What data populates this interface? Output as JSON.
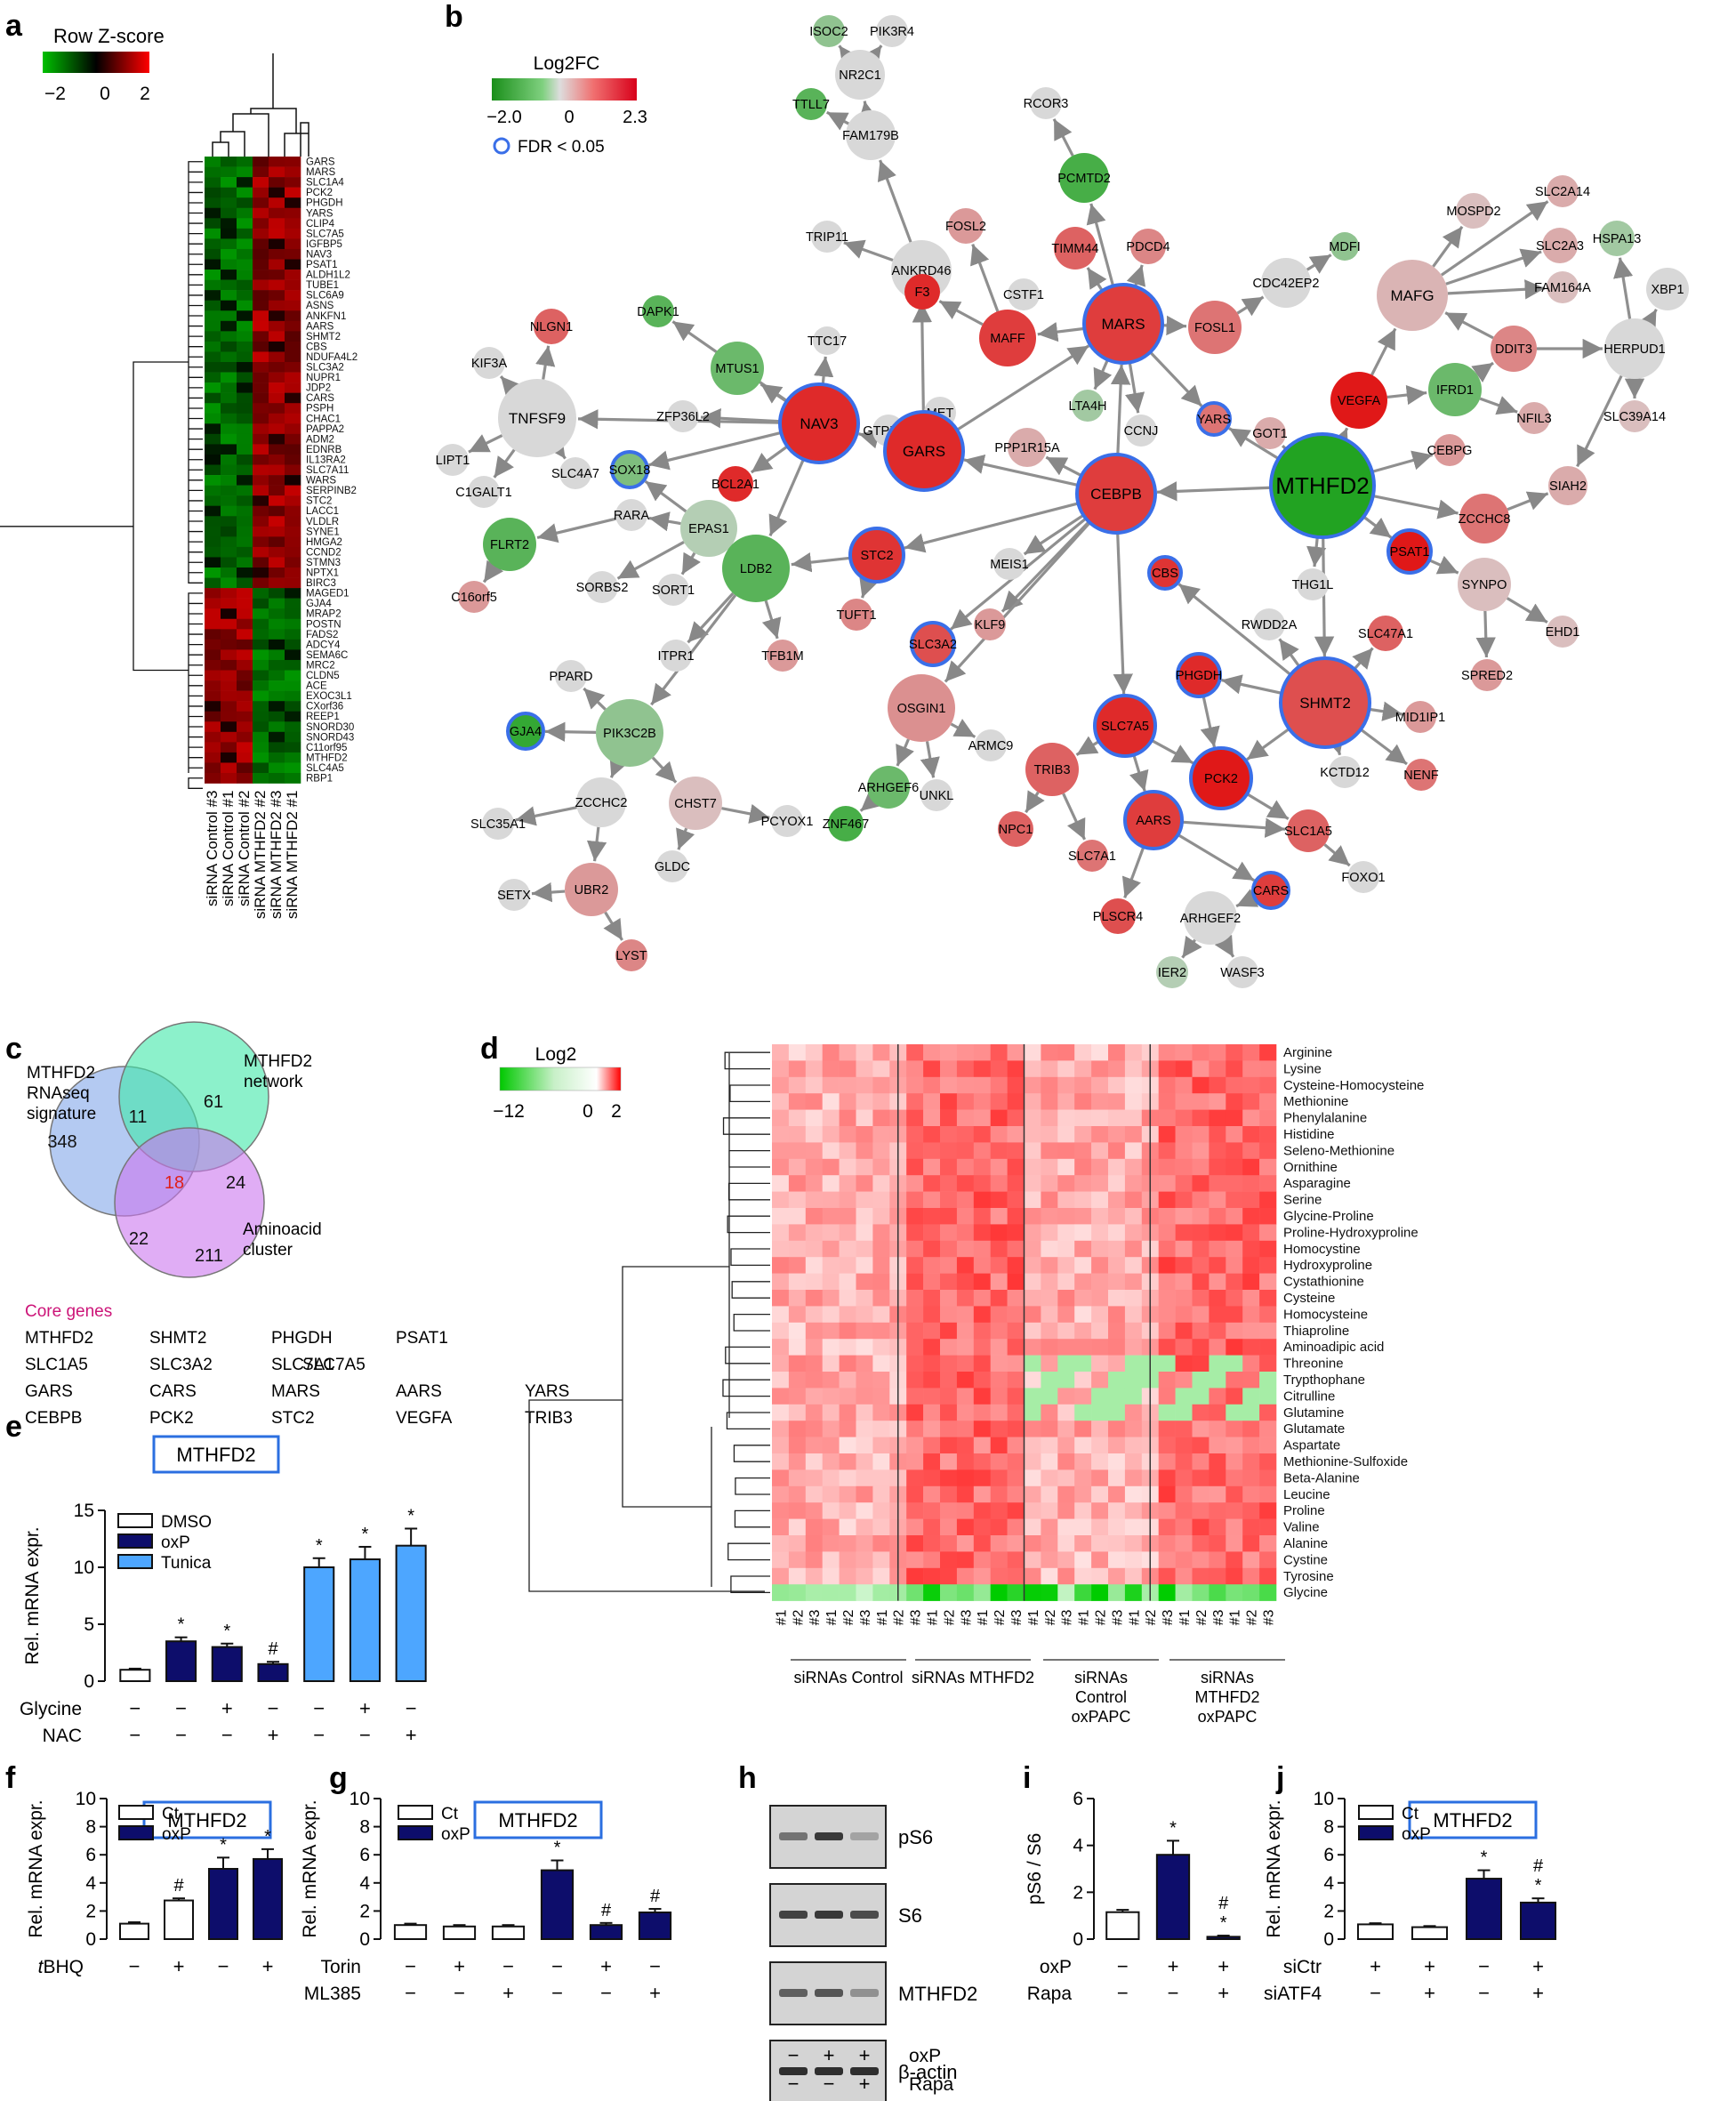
{
  "chart_data": [
    {
      "panel": "a",
      "type": "heatmap",
      "legend_title": "Row Z-score",
      "legend_ticks": [
        "−2",
        "0",
        "2"
      ],
      "colors": {
        "low": "#00c000",
        "mid": "#000000",
        "high": "#ff0000"
      },
      "rows": [
        "GARS",
        "MARS",
        "SLC1A4",
        "PCK2",
        "PHGDH",
        "YARS",
        "CLIP4",
        "SLC7A5",
        "IGFBP5",
        "NAV3",
        "PSAT1",
        "ALDH1L2",
        "TUBE1",
        "SLC6A9",
        "ASNS",
        "ANKFN1",
        "AARS",
        "SHMT2",
        "CBS",
        "NDUFA4L2",
        "SLC3A2",
        "NUPR1",
        "JDP2",
        "CARS",
        "PSPH",
        "CHAC1",
        "PAPPA2",
        "ADM2",
        "EDNRB",
        "IL13RA2",
        "SLC7A11",
        "WARS",
        "SERPINB2",
        "STC2",
        "LACC1",
        "VLDLR",
        "SYNE1",
        "HMGA2",
        "CCND2",
        "STMN3",
        "NPTX1",
        "BIRC3",
        "MAGED1",
        "GJA4",
        "MRAP2",
        "POSTN",
        "FADS2",
        "ADCY4",
        "SEMA6C",
        "MRC2",
        "CLDN5",
        "ACE",
        "EXOC3L1",
        "CXorf36",
        "REEP1",
        "SNORD30",
        "SNORD43",
        "C11orf95",
        "MTHFD2",
        "SLC4A5",
        "RBP1"
      ],
      "columns": [
        "siRNA Control #3",
        "siRNA Control #1",
        "siRNA Control #2",
        "siRNA MTHFD2 #2",
        "siRNA MTHFD2 #3",
        "siRNA MTHFD2 #1"
      ]
    },
    {
      "panel": "b",
      "type": "network",
      "legend_title": "Log2FC",
      "legend_ticks": [
        "−2.0",
        "0",
        "2.3"
      ],
      "fdr_label": "FDR < 0.05",
      "nodes": [
        "ISOC2",
        "PIK3R4",
        "NR2C1",
        "TTLL7",
        "FAM179B",
        "RCOR3",
        "PCMTD2",
        "TRIP11",
        "ANKRD46",
        "FOSL2",
        "TIMM44",
        "PDCD4",
        "MARS",
        "FOSL1",
        "CDC42EP2",
        "MDFI",
        "MOSPD2",
        "SLC2A14",
        "SLC2A3",
        "HSPA13",
        "XBP1",
        "MAFG",
        "FAM164A",
        "F3",
        "CSTF1",
        "MAFF",
        "DAPK1",
        "NLGN1",
        "KIF3A",
        "TNFSF9",
        "MTUS1",
        "TTC17",
        "ZFP36L2",
        "MET",
        "GTPBP2",
        "GARS",
        "NAV3",
        "LTA4H",
        "CCNJ",
        "YARS",
        "GOT1",
        "VEGFA",
        "IFRD1",
        "DDIT3",
        "HERPUD1",
        "SLC39A14",
        "NFIL3",
        "LIPT1",
        "C1GALT1",
        "SLC4A7",
        "SOX18",
        "PPP1R15A",
        "CEBPB",
        "MTHFD2",
        "CEBPG",
        "ZCCHC8",
        "SIAH2",
        "BCL2A1",
        "RARA",
        "EPAS1",
        "FLRT2",
        "C16orf5",
        "PSAT1",
        "STC2",
        "MEIS1",
        "THG1L",
        "SYNPO",
        "SORBS2",
        "SORT1",
        "LDB2",
        "TUFT1",
        "CBS",
        "EHD1",
        "RWDD2A",
        "TFB1M",
        "KLF9",
        "SLC47A1",
        "ITPR1",
        "SLC3A2",
        "SPRED2",
        "PHGDH",
        "PPARD",
        "SHMT2",
        "OSGIN1",
        "MID1IP1",
        "GJA4",
        "PIK3C2B",
        "ARMC9",
        "SLC7A5",
        "TRIB3",
        "KCTD12",
        "NENF",
        "PCK2",
        "ARHGEF6",
        "UNKL",
        "ZNF467",
        "SLC35A1",
        "ZCCHC2",
        "CHST7",
        "PCYOX1",
        "SLC1A5",
        "NPC1",
        "SLC7A1",
        "AARS",
        "FOXO1",
        "GLDC",
        "UBR2",
        "SETX",
        "CARS",
        "PLSCR4",
        "ARHGEF2",
        "LYST",
        "IER2",
        "WASF3"
      ]
    },
    {
      "panel": "c",
      "type": "venn",
      "sets": [
        "MTHFD2 RNAseq signature",
        "MTHFD2 network",
        "Aminoacid cluster"
      ],
      "counts": {
        "a_only": "348",
        "b_only": "61",
        "c_only": "211",
        "ab": "11",
        "bc": "24",
        "ac": "22",
        "abc": "18"
      },
      "core_title": "Core genes",
      "core_rows": [
        [
          "MTHFD2",
          "SHMT2",
          "PHGDH",
          "PSAT1"
        ],
        [
          "SLC1A5",
          "SLC3A2",
          "SLC7A1",
          "SLC7A5"
        ],
        [
          "GARS",
          "CARS",
          "MARS",
          "AARS",
          "YARS"
        ],
        [
          "CEBPB",
          "PCK2",
          "STC2",
          "VEGFA",
          "TRIB3"
        ]
      ]
    },
    {
      "panel": "d",
      "type": "heatmap",
      "legend_title": "Log2",
      "legend_ticks": [
        "−12",
        "0",
        "2"
      ],
      "rows": [
        "Arginine",
        "Lysine",
        "Cysteine-Homocysteine",
        "Methionine",
        "Phenylalanine",
        "Histidine",
        "Seleno-Methionine",
        "Ornithine",
        "Asparagine",
        "Serine",
        "Glycine-Proline",
        "Proline-Hydroxyproline",
        "Homocystine",
        "Hydroxyproline",
        "Cystathionine",
        "Cysteine",
        "Homocysteine",
        "Thiaproline",
        "Aminoadipic acid",
        "Threonine",
        "Trypthophane",
        "Citrulline",
        "Glutamine",
        "Glutamate",
        "Aspartate",
        "Methionine-Sulfoxide",
        "Beta-Alanine",
        "Leucine",
        "Proline",
        "Valine",
        "Alanine",
        "Cystine",
        "Tyrosine",
        "Glycine"
      ],
      "column_labels": [
        "#1",
        "#2",
        "#3",
        "#1",
        "#2",
        "#3",
        "#1",
        "#2",
        "#3",
        "#1",
        "#2",
        "#3",
        "#1",
        "#2",
        "#3",
        "#1",
        "#2",
        "#3",
        "#1",
        "#2",
        "#3",
        "#1",
        "#2",
        "#3",
        "#1",
        "#2",
        "#3",
        "#1",
        "#2",
        "#3"
      ],
      "groups": [
        "siRNAs Control",
        "siRNAs MTHFD2",
        "siRNAs Control oxPAPC",
        "siRNAs MTHFD2 oxPAPC"
      ]
    },
    {
      "panel": "e",
      "type": "bar",
      "box_title": "MTHFD2",
      "ylabel": "Rel. mRNA expr.",
      "ylim": [
        0,
        15
      ],
      "yticks": [
        "0",
        "5",
        "10",
        "15"
      ],
      "legend": [
        "DMSO",
        "oxP",
        "Tunica"
      ],
      "series_colors": {
        "DMSO": "#ffffff",
        "oxP": "#0d0d6b",
        "Tunica": "#4da6ff"
      },
      "bars": [
        {
          "series": "DMSO",
          "value": 1.0,
          "err": 0.1,
          "mark": ""
        },
        {
          "series": "oxP",
          "value": 3.5,
          "err": 0.35,
          "mark": "*"
        },
        {
          "series": "oxP",
          "value": 3.0,
          "err": 0.3,
          "mark": "*"
        },
        {
          "series": "oxP",
          "value": 1.5,
          "err": 0.2,
          "mark": "#"
        },
        {
          "series": "Tunica",
          "value": 10.0,
          "err": 0.8,
          "mark": "*"
        },
        {
          "series": "Tunica",
          "value": 10.7,
          "err": 1.1,
          "mark": "*"
        },
        {
          "series": "Tunica",
          "value": 11.9,
          "err": 1.5,
          "mark": "*"
        }
      ],
      "conditions": [
        {
          "label": "Glycine",
          "values": [
            "−",
            "−",
            "+",
            "−",
            "−",
            "+",
            "−"
          ]
        },
        {
          "label": "NAC",
          "values": [
            "−",
            "−",
            "−",
            "+",
            "−",
            "−",
            "+"
          ]
        }
      ]
    },
    {
      "panel": "f",
      "type": "bar",
      "box_title": "MTHFD2",
      "ylabel": "Rel. mRNA expr.",
      "ylim": [
        0,
        10
      ],
      "yticks": [
        "0",
        "2",
        "4",
        "6",
        "8",
        "10"
      ],
      "legend": [
        "Ct",
        "oxP"
      ],
      "bars": [
        {
          "series": "Ct",
          "value": 1.1,
          "err": 0.1,
          "mark": ""
        },
        {
          "series": "Ct",
          "value": 2.75,
          "err": 0.15,
          "mark": "#"
        },
        {
          "series": "oxP",
          "value": 5.0,
          "err": 0.8,
          "mark": "*"
        },
        {
          "series": "oxP",
          "value": 5.7,
          "err": 0.7,
          "mark": "*"
        }
      ],
      "conditions": [
        {
          "label": "tBHQ",
          "values": [
            "−",
            "+",
            "−",
            "+"
          ]
        }
      ]
    },
    {
      "panel": "g",
      "type": "bar",
      "box_title": "MTHFD2",
      "ylabel": "Rel. mRNA expr.",
      "ylim": [
        0,
        10
      ],
      "yticks": [
        "0",
        "2",
        "4",
        "6",
        "8",
        "10"
      ],
      "legend": [
        "Ct",
        "oxP"
      ],
      "bars": [
        {
          "series": "Ct",
          "value": 1.0,
          "err": 0.1,
          "mark": ""
        },
        {
          "series": "Ct",
          "value": 0.9,
          "err": 0.1,
          "mark": ""
        },
        {
          "series": "Ct",
          "value": 0.9,
          "err": 0.1,
          "mark": ""
        },
        {
          "series": "oxP",
          "value": 4.9,
          "err": 0.7,
          "mark": "*"
        },
        {
          "series": "oxP",
          "value": 1.0,
          "err": 0.15,
          "mark": "#"
        },
        {
          "series": "oxP",
          "value": 1.9,
          "err": 0.25,
          "mark": "#"
        }
      ],
      "conditions": [
        {
          "label": "Torin",
          "values": [
            "−",
            "+",
            "−",
            "−",
            "+",
            "−"
          ]
        },
        {
          "label": "ML385",
          "values": [
            "−",
            "−",
            "+",
            "−",
            "−",
            "+"
          ]
        }
      ]
    },
    {
      "panel": "h",
      "type": "blot",
      "bands": [
        "pS6",
        "S6",
        "MTHFD2",
        "β-actin"
      ],
      "conditions": [
        {
          "label": "oxP",
          "values": [
            "−",
            "+",
            "+"
          ]
        },
        {
          "label": "Rapa",
          "values": [
            "−",
            "−",
            "+"
          ]
        }
      ]
    },
    {
      "panel": "i",
      "type": "bar",
      "ylabel": "pS6 / S6",
      "ylim": [
        0,
        6
      ],
      "yticks": [
        "0",
        "2",
        "4",
        "6"
      ],
      "bars": [
        {
          "series": "Ct",
          "value": 1.15,
          "err": 0.1,
          "mark": ""
        },
        {
          "series": "oxP",
          "value": 3.6,
          "err": 0.6,
          "mark": "*"
        },
        {
          "series": "oxP",
          "value": 0.1,
          "err": 0.05,
          "mark": "#*"
        }
      ],
      "conditions": [
        {
          "label": "oxP",
          "values": [
            "−",
            "+",
            "+"
          ]
        },
        {
          "label": "Rapa",
          "values": [
            "−",
            "−",
            "+"
          ]
        }
      ]
    },
    {
      "panel": "j",
      "type": "bar",
      "box_title": "MTHFD2",
      "ylabel": "Rel. mRNA expr.",
      "ylim": [
        0,
        10
      ],
      "yticks": [
        "0",
        "2",
        "4",
        "6",
        "8",
        "10"
      ],
      "legend": [
        "Ct",
        "oxP"
      ],
      "bars": [
        {
          "series": "Ct",
          "value": 1.05,
          "err": 0.08,
          "mark": ""
        },
        {
          "series": "Ct",
          "value": 0.85,
          "err": 0.08,
          "mark": ""
        },
        {
          "series": "oxP",
          "value": 4.3,
          "err": 0.6,
          "mark": "*"
        },
        {
          "series": "oxP",
          "value": 2.6,
          "err": 0.3,
          "mark": "#*"
        }
      ],
      "conditions": [
        {
          "label": "siCtr",
          "values": [
            "+",
            "+",
            "−",
            "+"
          ]
        },
        {
          "label": "siATF4",
          "values": [
            "−",
            "+",
            "−",
            "+"
          ]
        }
      ]
    }
  ]
}
